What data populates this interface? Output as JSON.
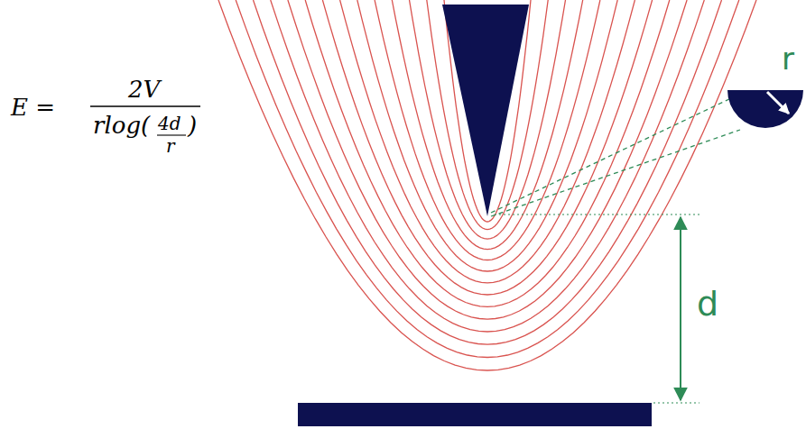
{
  "diagram": {
    "labels": [
      "E =",
      "2V",
      "rlog(",
      "4d",
      "r",
      ")",
      "r",
      "d"
    ]
  }
}
